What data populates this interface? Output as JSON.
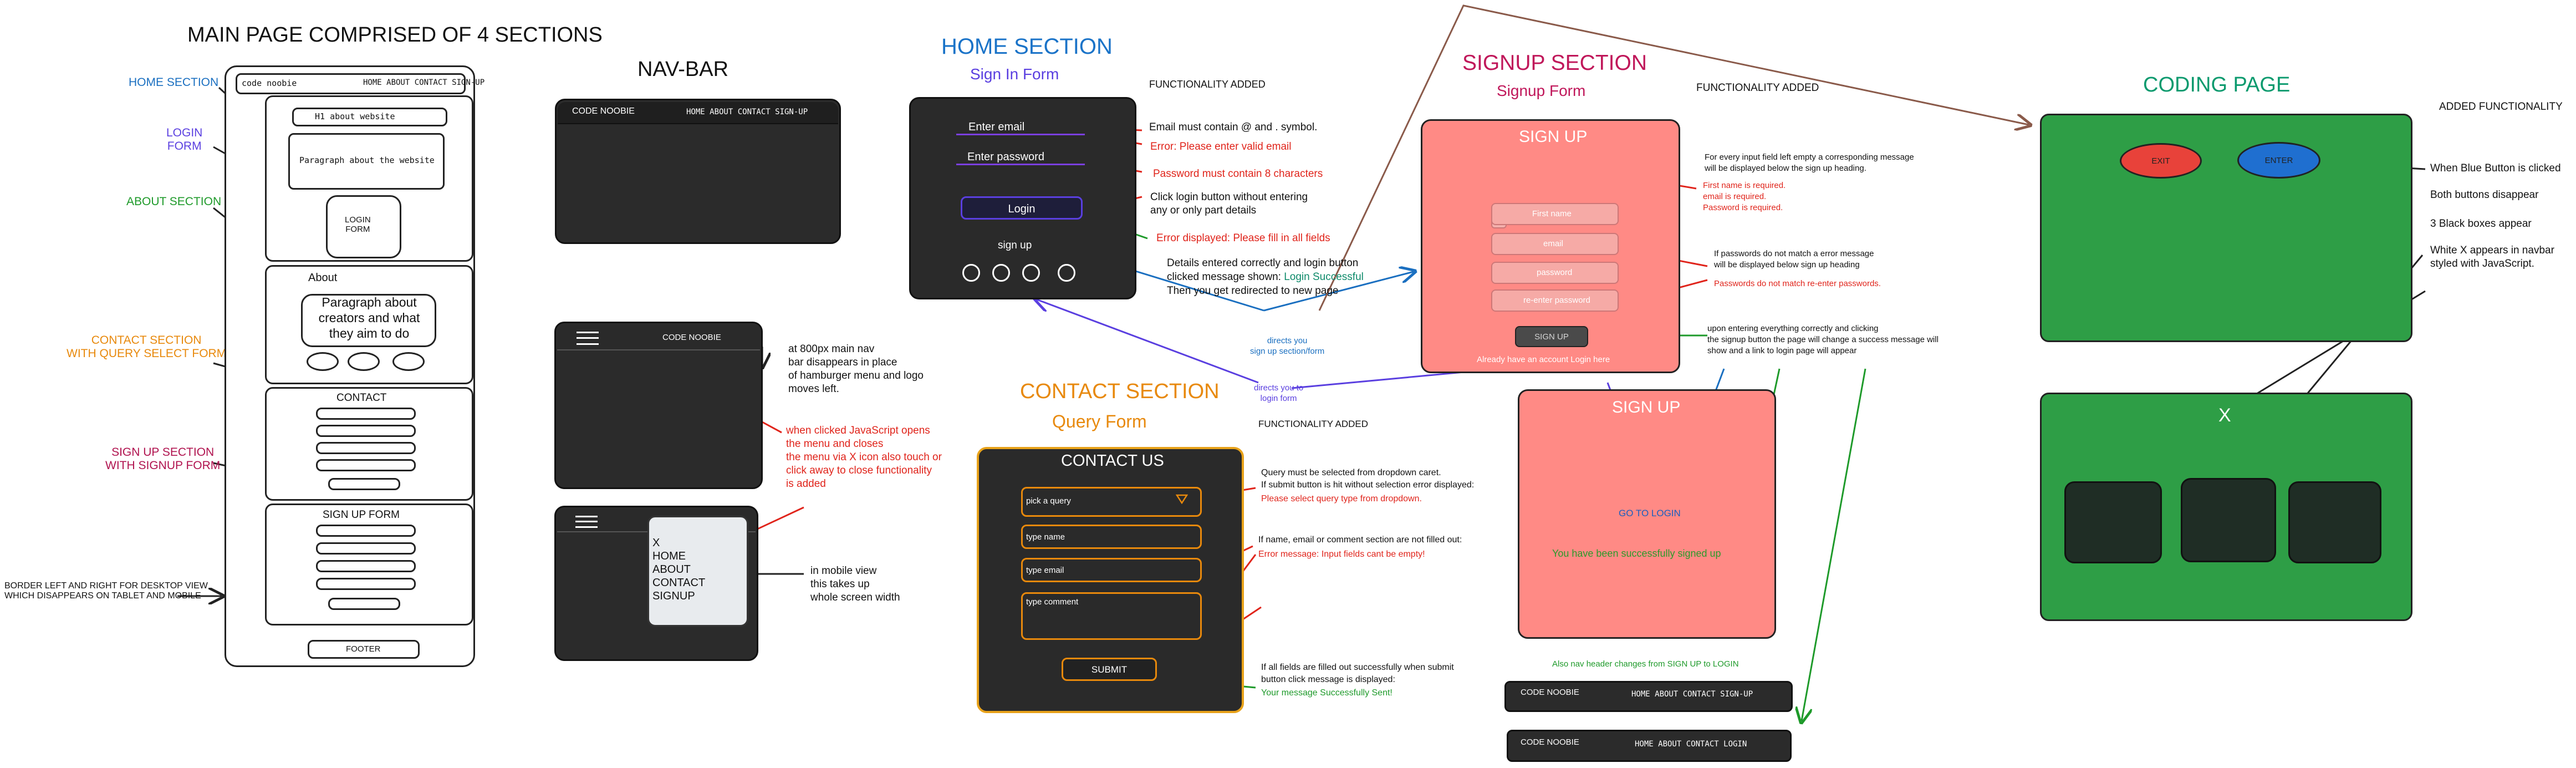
{
  "wireframe": {
    "title": "MAIN PAGE COMPRISED OF 4 SECTIONS",
    "labels": {
      "home": "HOME SECTION",
      "login": "LOGIN\nFORM",
      "about": "ABOUT SECTION",
      "contact": "CONTACT SECTION\nWITH QUERY SELECT FORM",
      "signup": "SIGN UP SECTION\nWITH SIGNUP FORM",
      "border": "BORDER LEFT AND RIGHT FOR DESKTOP VIEW\nWHICH DISAPPEARS ON TABLET AND MOBILE"
    },
    "nav_logo": "code noobie",
    "nav_links": "HOME ABOUT  CONTACT  SIGN-UP",
    "h1": "H1  about website",
    "paragraph": "Paragraph about the website",
    "login_form": "LOGIN\nFORM",
    "about_title": "About",
    "about_paragraph": "Paragraph about\ncreators and what\nthey aim to do",
    "contact_title": "CONTACT",
    "signup_title": "SIGN UP FORM",
    "footer": "FOOTER"
  },
  "navbar": {
    "title": "NAV-BAR",
    "logo": "CODE NOOBIE",
    "links": "HOME  ABOUT   CONTACT  SIGN-UP",
    "note_800": "at 800px main nav\nbar disappears in place\nof hamburger menu and logo\nmoves left.",
    "note_js": "when clicked JavaScript opens\nthe menu and closes\nthe menu via X icon also touch or\nclick away to close functionality\nis added",
    "note_mobile": "in mobile view\nthis takes up\nwhole screen width",
    "mobile_menu": [
      "X",
      "HOME",
      "ABOUT",
      "CONTACT",
      "SIGNUP"
    ]
  },
  "home": {
    "title": "HOME SECTION",
    "subtitle": "Sign In Form",
    "functionality": "FUNCTIONALITY ADDED",
    "email_placeholder": "Enter email",
    "password_placeholder": "Enter password",
    "login_button": "Login",
    "signup_link": "sign up",
    "note_email": "Email must contain @ and . symbol.",
    "note_email_error": "Error: Please enter valid email",
    "note_password": "Password must contain 8 characters",
    "note_click": "Click login button without entering\nany or only part details",
    "note_fill": "Error displayed: Please fill in all fields",
    "note_success_a": "Details entered correctly and login button\nclicked message shown: ",
    "note_success_b": "Login Successful",
    "note_success_c": "Then you get redirected to new page",
    "directs_signup": "directs you\nsign up section/form",
    "directs_login": "directs you to\nlogin form"
  },
  "signup": {
    "title": "SIGNUP SECTION",
    "subtitle": "Signup Form",
    "functionality": "FUNCTIONALITY ADDED",
    "form_title": "SIGN UP",
    "fields": [
      "First name",
      "email",
      "password",
      "re-enter password"
    ],
    "button": "SIGN UP",
    "already": "Already have an account Login here",
    "note_empty": "For every input field left empty a corresponding message\nwill be displayed below the sign up heading.",
    "note_required": [
      "First name is required.",
      "email is required.",
      "Password is required."
    ],
    "note_match": "If passwords do not match a error message\nwill be displayed below sign up heading",
    "note_match_error": "Passwords do not match re-enter passwords.",
    "note_success": "upon entering everything correctly and clicking\nthe signup button the page will change a success message will\nshow and a link to login page will appear",
    "success_title": "SIGN UP",
    "goto_login": "GO TO LOGIN",
    "success_msg": "You have been successfully signed up",
    "nav_note": "Also nav header changes from SIGN UP to LOGIN",
    "nav1_logo": "CODE NOOBIE",
    "nav1_links": "HOME  ABOUT   CONTACT  SIGN-UP",
    "nav2_logo": "CODE NOOBIE",
    "nav2_links": "HOME  ABOUT   CONTACT  LOGIN"
  },
  "contact": {
    "title": "CONTACT SECTION",
    "subtitle": "Query Form",
    "functionality": "FUNCTIONALITY ADDED",
    "form_title": "CONTACT US",
    "select": "pick a query",
    "name": "type name",
    "email": "type email",
    "comment": "type comment",
    "submit": "SUBMIT",
    "note_query": "Query must be selected from dropdown caret.\nIf submit button is hit without selection error displayed:",
    "note_query_error": "Please select query type from dropdown.",
    "note_empty": "If name, email or comment section are not filled out:",
    "note_empty_error": "Error message: Input fields cant be empty!",
    "note_success": "If all fields are filled out successfully when submit\nbutton click message is displayed:",
    "note_success_msg": "Your message Successfully Sent!"
  },
  "coding": {
    "title": "CODING PAGE",
    "added": "ADDED FUNCTIONALITY",
    "exit": "EXIT",
    "enter": "ENTER",
    "close_x": "X",
    "notes": [
      "When Blue Button is clicked",
      "Both buttons disappear",
      "3 Black boxes appear",
      "White X appears in navbar\nstyled with JavaScript."
    ]
  },
  "colors": {
    "dark": "#2b2b2b",
    "salmon": "#ff8a85",
    "green_page": "#2e9e46",
    "exit_red": "#e8423a",
    "enter_blue": "#1f6fd0"
  }
}
